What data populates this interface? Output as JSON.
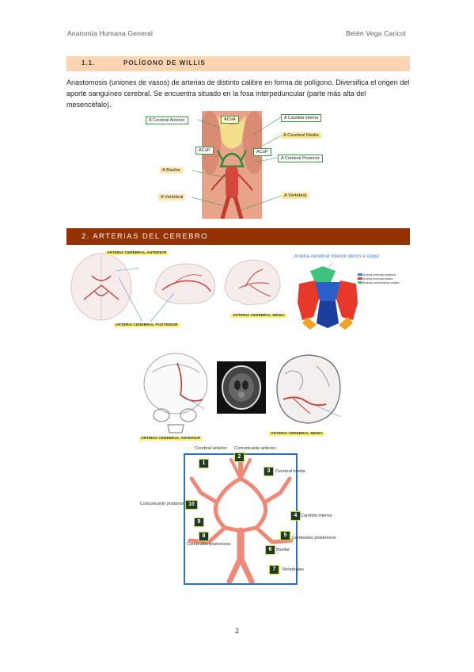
{
  "header": {
    "left": "Anatomía Humana General",
    "right": "Belén Vega Caricol"
  },
  "section1": {
    "number": "1.1.",
    "title": "POLÍGONO DE WILLIS"
  },
  "paragraph": "Anastomosis (uniones de vasos) de arterias de distinto calibre en forma de polígono. Diversifica el origen del aporte sanguíneo cerebral. Se encuentra situado en la fosa interpeduncular (parte más alta del mesencéfalo).",
  "willis_figure": {
    "left_labels": [
      "A Cerebral Anterior",
      "A Basilar",
      "A Vertebral"
    ],
    "right_labels": [
      "A Carótida interna",
      "A Cerebral Media",
      "A Cerebral Posterior",
      "A Vertebral"
    ],
    "inner_labels": [
      "ACoA",
      "ACoP",
      "ACoP"
    ]
  },
  "section2": {
    "title": "2.  ARTERIAS DEL CEREBRO"
  },
  "row1": {
    "label_anterior": "ARTERIA CEREBRAL ANTERIOR",
    "label_posterior": "ARTERIA CEREBRAL POSTERIOR",
    "label_media": "ARTERIA CEREBRAL MEDIA",
    "right_title": "Arteria cerebral interior derch e izque",
    "legend": [
      "Arteria cerebral posterior",
      "Arteria cerebral media",
      "Arteria comunicante poster..."
    ],
    "legend_colors": [
      "#3a7bd5",
      "#e8382a",
      "#3cc47a"
    ]
  },
  "row2": {
    "label_anterior": "ARTERIA CEREBRAL ANTERIOR",
    "label_media": "ARTERIA CEREBRAL MEDIA"
  },
  "numbered_figure": {
    "top_labels": [
      "Cerebral anterior",
      "Comunicante anterior"
    ],
    "labels": [
      "Cerebral media",
      "Comunicante posterior",
      "Carótida interna",
      "Cerebrales posteriores",
      "Cerebrales posteriores",
      "Basilar",
      "Vertebrales"
    ],
    "badges": [
      "1",
      "2",
      "3",
      "10",
      "4",
      "9",
      "8",
      "5",
      "6",
      "7"
    ]
  },
  "page_number": "2"
}
